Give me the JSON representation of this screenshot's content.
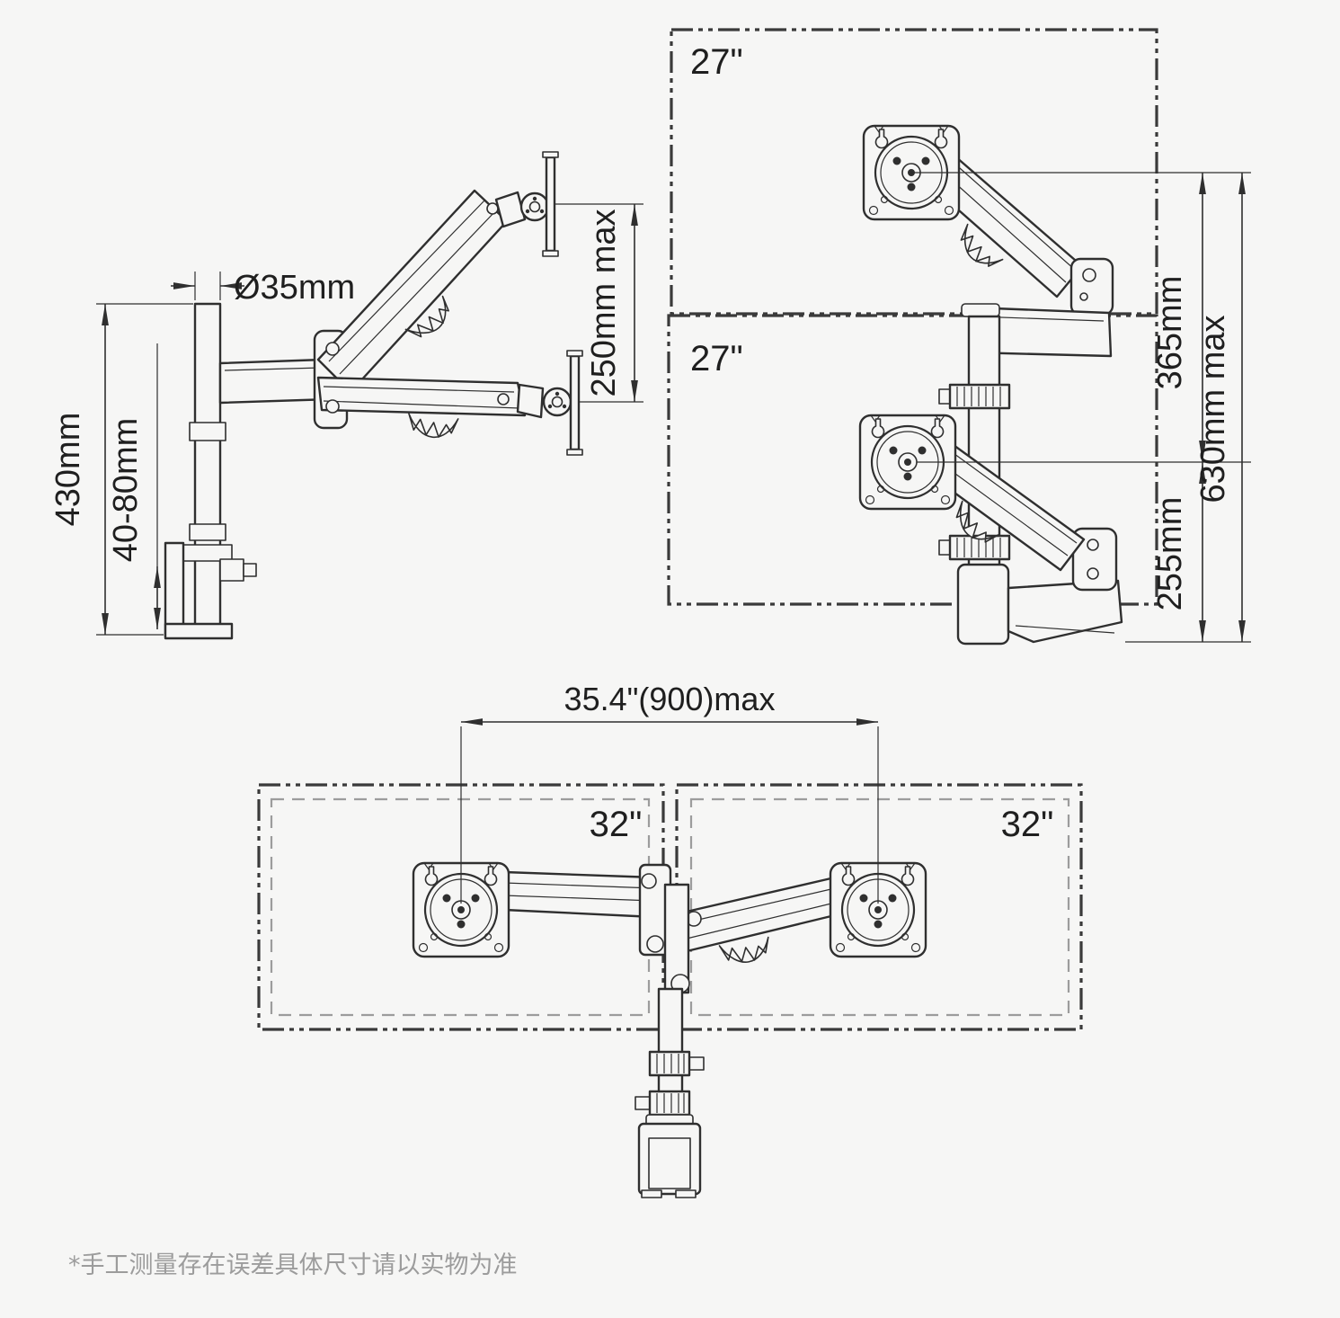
{
  "note": "*手工测量存在误差具体尺寸请以实物为准",
  "side_view": {
    "pole_diameter": "Ø35mm",
    "pole_height": "430mm",
    "clamp_range": "40-80mm",
    "arm_vertical_range": "250mm max"
  },
  "stacked_view": {
    "top_monitor_size": "27\"",
    "bottom_monitor_size": "27\"",
    "upper_center_distance": "365mm",
    "lower_center_distance": "255mm",
    "max_total_height": "630mm max"
  },
  "side_by_side_view": {
    "left_monitor_size": "32\"",
    "right_monitor_size": "32\"",
    "max_center_distance": "35.4\"(900)max"
  },
  "colors": {
    "background": "#f6f6f5",
    "line": "#2f2f2f",
    "dashed_outline": "#3a3a3a",
    "inner_dashed_outline": "#9c9c9c",
    "note_text": "#9c9c9c"
  }
}
